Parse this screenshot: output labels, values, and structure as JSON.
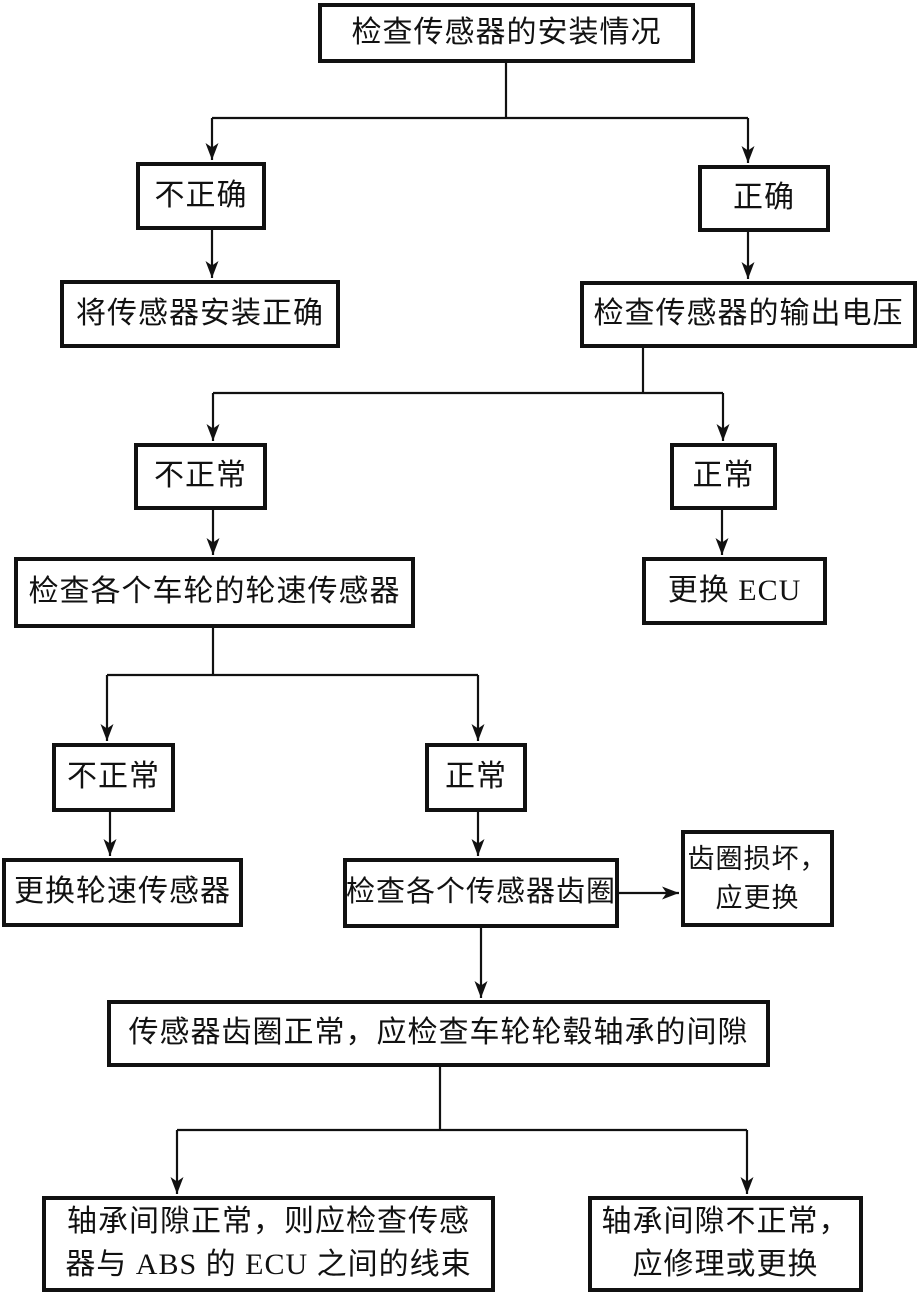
{
  "nodes": {
    "check_install": {
      "label": "检查传感器的安装情况"
    },
    "incorrect": {
      "label": "不正确"
    },
    "correct": {
      "label": "正确"
    },
    "install_correctly": {
      "label": "将传感器安装正确"
    },
    "check_output_voltage": {
      "label": "检查传感器的输出电压"
    },
    "abnormal1": {
      "label": "不正常"
    },
    "normal1": {
      "label": "正常"
    },
    "check_wheel_speed_sensors": {
      "label": "检查各个车轮的轮速传感器"
    },
    "replace_ecu": {
      "label": "更换 ECU"
    },
    "abnormal2": {
      "label": "不正常"
    },
    "normal2": {
      "label": "正常"
    },
    "replace_wheel_speed_sensor": {
      "label": "更换轮速传感器"
    },
    "check_sensor_rings": {
      "label": "检查各个传感器齿圈"
    },
    "ring_damaged": {
      "line1": "齿圈损坏，",
      "line2": "应更换"
    },
    "ring_normal_check_hub_bearing": {
      "label": "传感器齿圈正常，应检查车轮轮毂轴承的间隙"
    },
    "bearing_normal_check_harness": {
      "line1": "轴承间隙正常，则应检查传感",
      "line2": "器与 ABS 的 ECU 之间的线束"
    },
    "bearing_abnormal_repair": {
      "line1": "轴承间隙不正常，",
      "line2": "应修理或更换"
    }
  },
  "colors": {
    "line": "#111111",
    "box_border": "#111111",
    "text": "#111111",
    "background": "#ffffff"
  }
}
